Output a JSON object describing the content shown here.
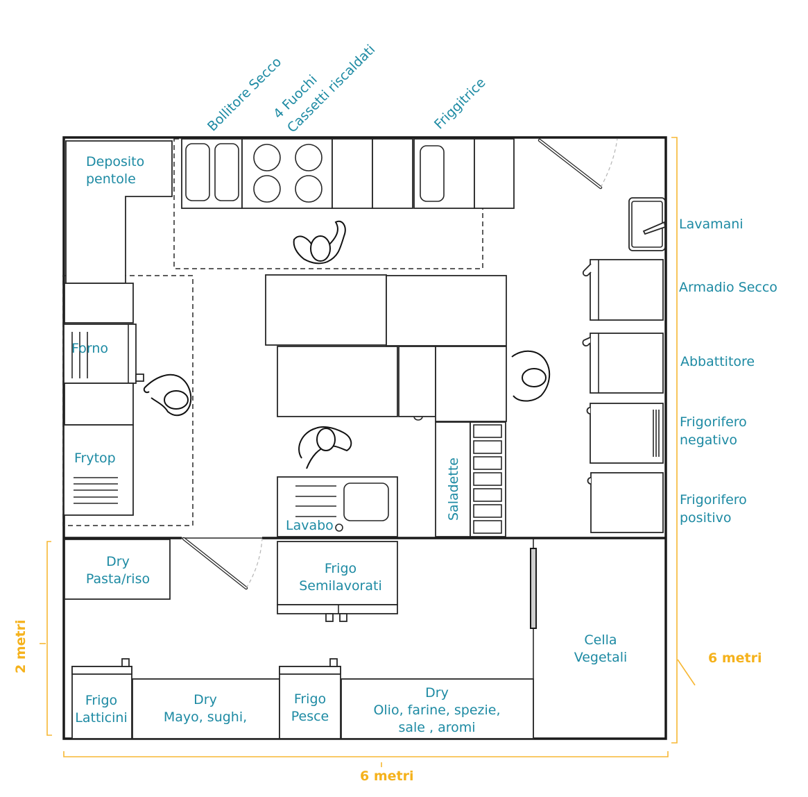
{
  "diagram": {
    "title": "Kitchen floor plan",
    "colors": {
      "label": "#1d8aa3",
      "dimension": "#f5b21c",
      "line": "#262626"
    },
    "top_labels": {
      "bollitore": "Bollitore Secco",
      "fuochi": "4 Fuochi",
      "cassetti": "Cassetti riscaldati",
      "friggitrice": "Friggitrice"
    },
    "right_labels": {
      "lavamani": "Lavamani",
      "armadio": "Armadio Secco",
      "abbattitore": "Abbattitore",
      "frig_neg_1": "Frigorifero",
      "frig_neg_2": "negativo",
      "frig_pos_1": "Frigorifero",
      "frig_pos_2": "positivo"
    },
    "kitchen_labels": {
      "deposito_1": "Deposito",
      "deposito_2": "pentole",
      "forno": "Forno",
      "frytop": "Frytop",
      "lavabo": "Lavabo",
      "saladette": "Saladette"
    },
    "storage_labels": {
      "dry_pasta_1": "Dry",
      "dry_pasta_2": "Pasta/riso",
      "frigo_semi_1": "Frigo",
      "frigo_semi_2": "Semilavorati",
      "cella_1": "Cella",
      "cella_2": "Vegetali",
      "frigo_latt_1": "Frigo",
      "frigo_latt_2": "Latticini",
      "dry_mayo_1": "Dry",
      "dry_mayo_2": "Mayo, sughi,",
      "frigo_pesce_1": "Frigo",
      "frigo_pesce_2": "Pesce",
      "dry_olio_1": "Dry",
      "dry_olio_2": "Olio, farine, spezie,",
      "dry_olio_3": "sale , aromi"
    },
    "dimensions": {
      "width": "6 metri",
      "height": "6 metri",
      "storage_depth": "2 metri"
    }
  }
}
